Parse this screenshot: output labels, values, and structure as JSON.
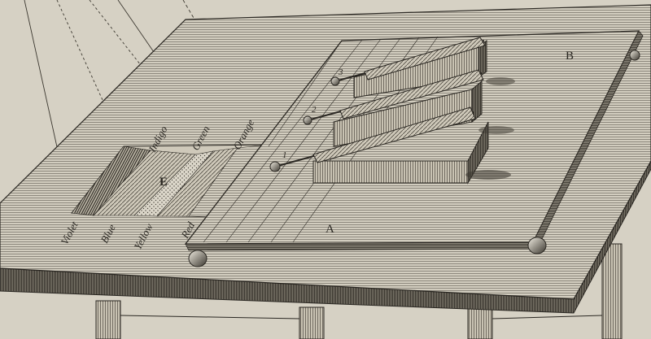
{
  "figure": {
    "board_label_B": "B",
    "board_label_A": "A",
    "spectrum_label_E": "E",
    "bands_top": [
      "Indigo",
      "Green",
      "Orange"
    ],
    "bands_bottom": [
      "Violet",
      "Blue",
      "Yellow",
      "Red"
    ],
    "thermometer_numbers": [
      "3",
      "2",
      "1"
    ]
  },
  "colors": {
    "paper": "#d6d1c4",
    "ink": "#2a2722"
  }
}
